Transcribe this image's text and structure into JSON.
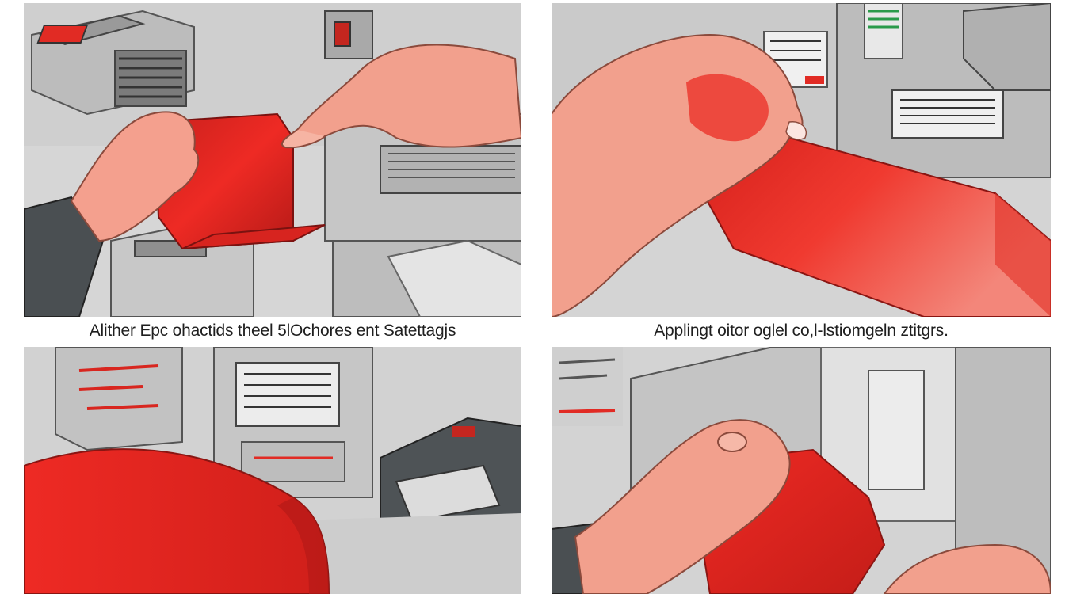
{
  "captions": {
    "top_left": "Alither Epc ohactids theel 5lOchores ent Satettagjs",
    "top_right": "Applingt oitor oglel co,l-lstiomgeln ztitgrs."
  },
  "colors": {
    "background": "#ffffff",
    "machine_gray": "#bdbdbd",
    "dark_gray": "#5a5a5a",
    "accent_red": "#ee2a24",
    "skin": "#f4a08e",
    "sleeve": "#4a4f52"
  },
  "panels": [
    {
      "id": "top-left",
      "subject": "hands-holding-red-cartridge"
    },
    {
      "id": "top-right",
      "subject": "hand-pressing-red-cartridge"
    },
    {
      "id": "bottom-left",
      "subject": "red-cartridge-on-machine"
    },
    {
      "id": "bottom-right",
      "subject": "hand-sliding-red-cartridge"
    }
  ]
}
